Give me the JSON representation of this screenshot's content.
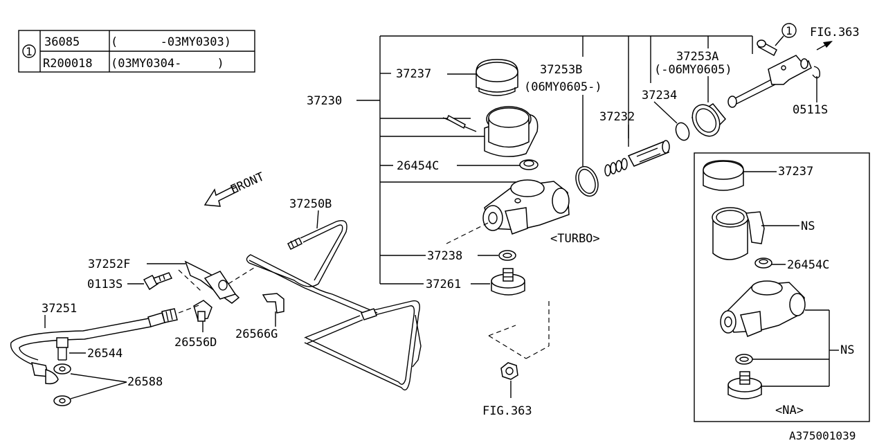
{
  "legend": {
    "marker": "1",
    "rows": [
      {
        "part": "36085",
        "range": "(      -03MY0303)"
      },
      {
        "part": "R200018",
        "range": "(03MY0304-     )"
      }
    ]
  },
  "labels": {
    "p37230": "37230",
    "p37237": "37237",
    "p37253b": "37253B",
    "p37253b_range": "(06MY0605-)",
    "p37253a": "37253A",
    "p37253a_range": "(-06MY0605)",
    "p37234": "37234",
    "p37232": "37232",
    "p26454c": "26454C",
    "p37238": "37238",
    "p37261": "37261",
    "turbo": "<TURBO>",
    "fig363_top": "FIG.363",
    "fig363_bottom": "FIG.363",
    "p0511s": "0511S",
    "circle_ref": "1",
    "front": "FRONT",
    "p37250b": "37250B",
    "p37252f": "37252F",
    "p0113s": "0113S",
    "p37251": "37251",
    "p26544": "26544",
    "p26588": "26588",
    "p26556d": "26556D",
    "p26566g": "26566G",
    "inset_37237": "37237",
    "inset_ns1": "NS",
    "inset_26454c": "26454C",
    "inset_ns2": "NS",
    "na": "<NA>",
    "diagram_code": "A375001039"
  }
}
